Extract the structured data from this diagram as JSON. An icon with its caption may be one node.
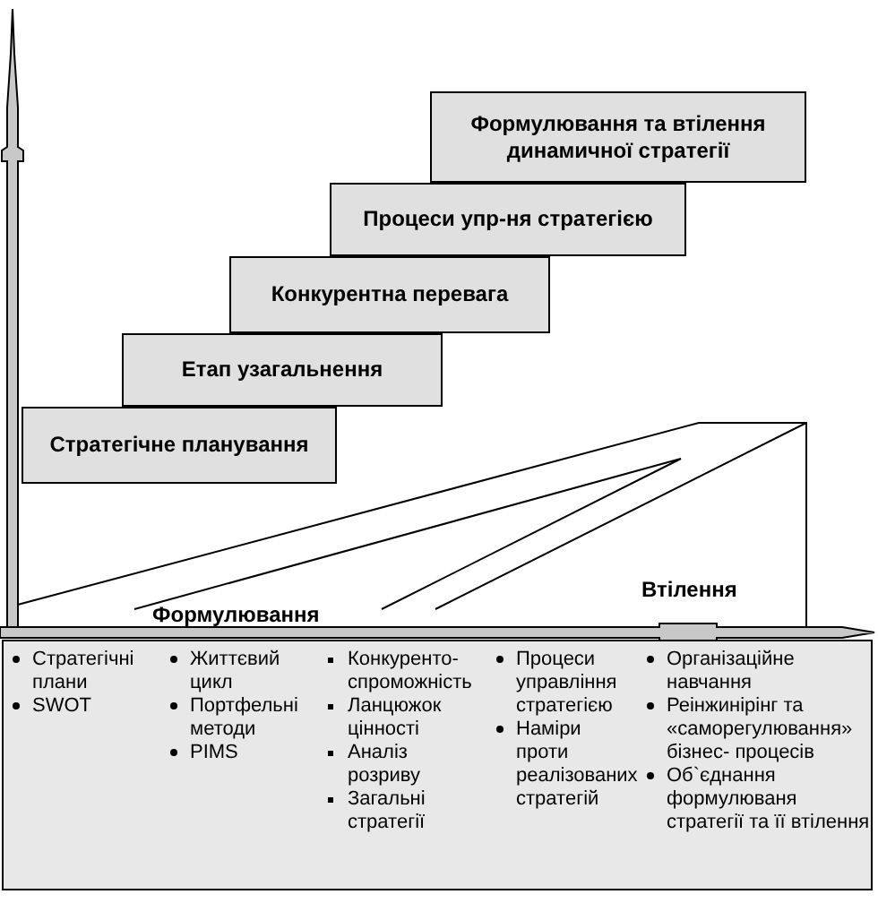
{
  "diagram": {
    "nodes": [
      {
        "text": [
          "Формулювання та втілення динамичної стратегії"
        ]
      },
      {
        "text": [
          "Процеси упр-ня стратегією"
        ]
      },
      {
        "text": [
          "Конкурентна перевага"
        ]
      },
      {
        "text": [
          "Етап узагальнення"
        ]
      },
      {
        "text": [
          "Стратегічне планування"
        ]
      }
    ],
    "edges": [],
    "labels": [
      "Формулювання",
      "Втілення",
      "Стратегічні плани",
      "SWOT",
      "Життєвий цикл",
      "Портфельні методи",
      "PIMS",
      "Конкуренто-спроможність",
      "Ланцюжок цінності",
      "Аналіз розриву",
      "Загальні стратегії",
      "Процеси управління стратегією",
      "Наміри проти реалізованих стратегій",
      "Організаційне навчання",
      "Реінжинірінг та «саморегулювання» бізнес- процесів",
      "Об`єднання формулюваня стратегії та її втілення"
    ]
  }
}
